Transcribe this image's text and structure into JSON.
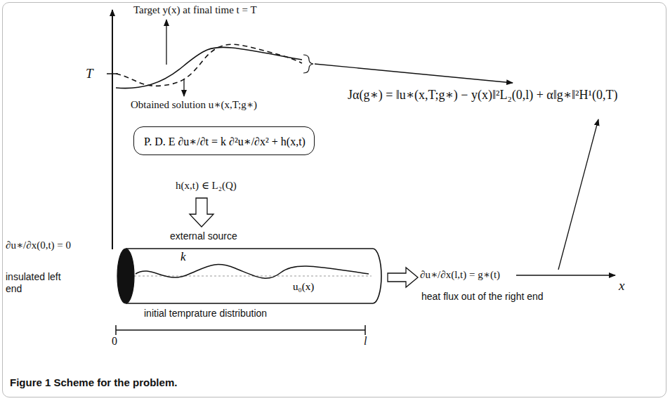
{
  "diagram": {
    "caption": "Figure 1 Scheme for the problem.",
    "nodes": [
      {
        "text": [
          "P. D. E  ∂u∗/∂t = k ∂²u∗/∂x² + h(x,t)"
        ]
      },
      {
        "text": [
          "k",
          "u₀(x)"
        ]
      }
    ],
    "labels": [
      "Target y(x) at final time t = T",
      "T",
      "Obtained solution u∗(x,T;g∗)",
      "Jα(g∗) = ‖u∗(x,T;g∗) − y(x)‖²L₂(0,l) + α‖g∗‖²H¹(0,T)",
      "h(x,t) ∈ L₂(Q)",
      "external source",
      "∂u∗/∂x(0,t) = 0",
      "insulated left end",
      "initial temprature distribution",
      "∂u∗/∂x(l,t) = g∗(t)",
      "heat flux out of the right end",
      "0",
      "l",
      "x"
    ]
  }
}
